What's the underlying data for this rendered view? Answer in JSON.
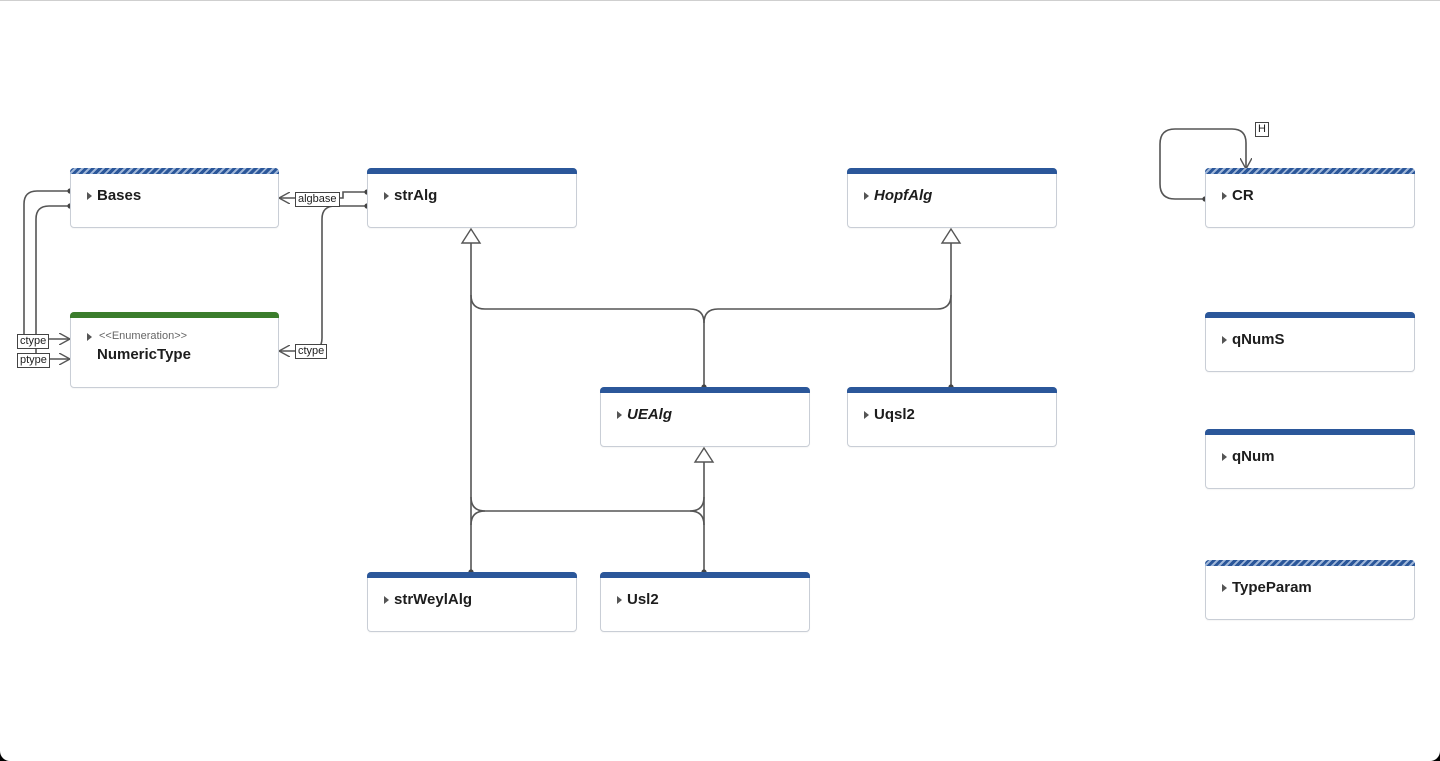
{
  "diagram": {
    "nodes": [
      {
        "id": "Bases",
        "name": "Bases",
        "stereotype": "",
        "italic": false,
        "bar": "hatched"
      },
      {
        "id": "NumericType",
        "name": "NumericType",
        "stereotype": "<<Enumeration>>",
        "italic": false,
        "bar": "green"
      },
      {
        "id": "strAlg",
        "name": "strAlg",
        "stereotype": "",
        "italic": false,
        "bar": "solid"
      },
      {
        "id": "HopfAlg",
        "name": "HopfAlg",
        "stereotype": "",
        "italic": true,
        "bar": "solid"
      },
      {
        "id": "CR",
        "name": "CR",
        "stereotype": "",
        "italic": false,
        "bar": "hatched"
      },
      {
        "id": "qNumS",
        "name": "qNumS",
        "stereotype": "",
        "italic": false,
        "bar": "solid"
      },
      {
        "id": "UEAlg",
        "name": "UEAlg",
        "stereotype": "",
        "italic": true,
        "bar": "solid"
      },
      {
        "id": "Uqsl2",
        "name": "Uqsl2",
        "stereotype": "",
        "italic": false,
        "bar": "solid"
      },
      {
        "id": "qNum",
        "name": "qNum",
        "stereotype": "",
        "italic": false,
        "bar": "solid"
      },
      {
        "id": "TypeParam",
        "name": "TypeParam",
        "stereotype": "",
        "italic": false,
        "bar": "hatched"
      },
      {
        "id": "strWeylAlg",
        "name": "strWeylAlg",
        "stereotype": "",
        "italic": false,
        "bar": "solid"
      },
      {
        "id": "Usl2",
        "name": "Usl2",
        "stereotype": "",
        "italic": false,
        "bar": "solid"
      }
    ],
    "edge_labels": {
      "algbase": "algbase",
      "ctype_strAlg": "ctype",
      "ctype_bases": "ctype",
      "ptype_bases": "ptype",
      "cr_self": "H"
    },
    "colors": {
      "header_blue": "#2b579a",
      "header_green": "#3b7d2c",
      "edge": "#555555"
    }
  }
}
